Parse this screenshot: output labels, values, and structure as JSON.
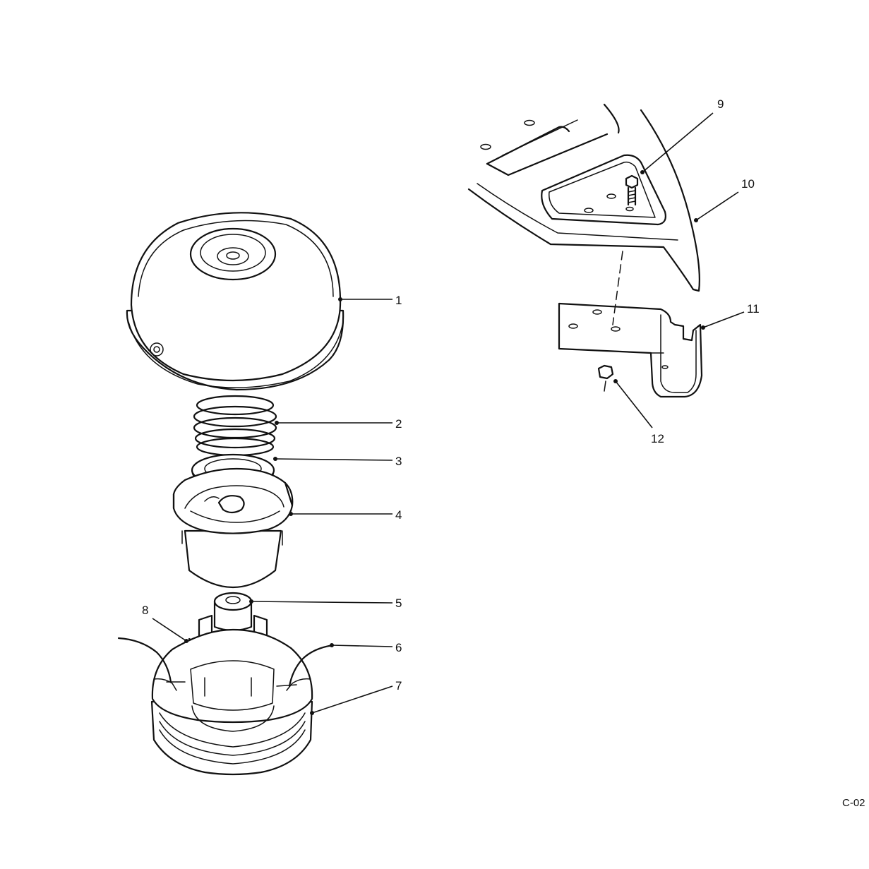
{
  "callouts": {
    "c1": "1",
    "c2": "2",
    "c3": "3",
    "c4": "4",
    "c5": "5",
    "c6": "6",
    "c7": "7",
    "c8": "8",
    "c9": "9",
    "c10": "10",
    "c11": "11",
    "c12": "12"
  },
  "figure_code": "C-02"
}
